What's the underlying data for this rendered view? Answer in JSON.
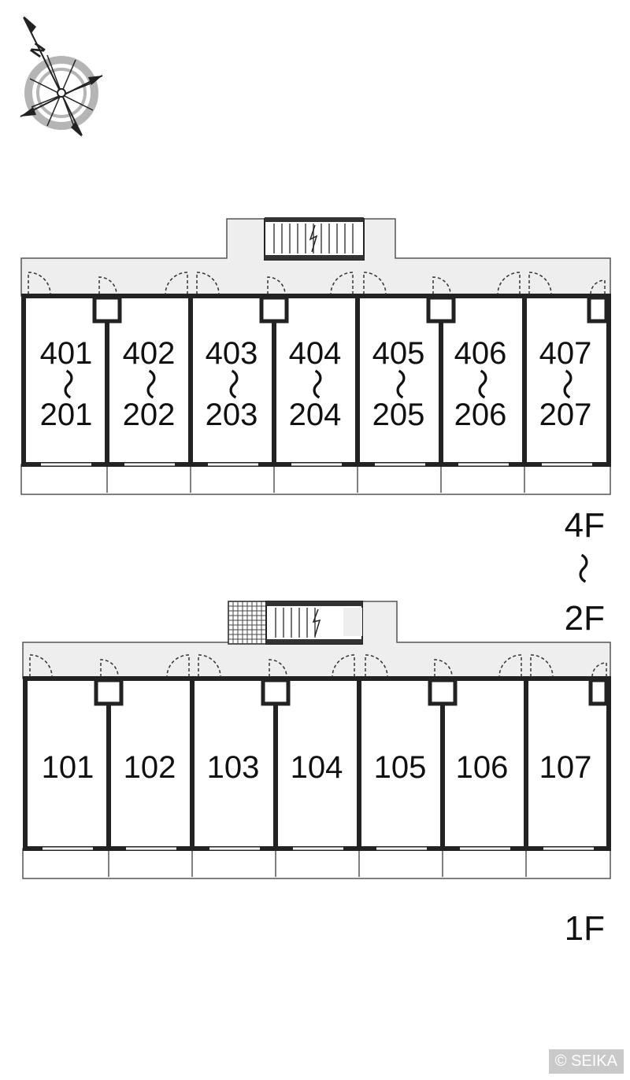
{
  "compass": {
    "icon": "north-arrow-compass-icon",
    "north_letter": "N"
  },
  "upper_block": {
    "units": [
      {
        "top": "401",
        "bottom": "201"
      },
      {
        "top": "402",
        "bottom": "202"
      },
      {
        "top": "403",
        "bottom": "203"
      },
      {
        "top": "404",
        "bottom": "204"
      },
      {
        "top": "405",
        "bottom": "205"
      },
      {
        "top": "406",
        "bottom": "206"
      },
      {
        "top": "407",
        "bottom": "207"
      }
    ],
    "range_separator": "〜",
    "floor_top": "4F",
    "floor_bottom": "2F"
  },
  "lower_block": {
    "units": [
      "101",
      "102",
      "103",
      "104",
      "105",
      "106",
      "107"
    ],
    "floor": "1F"
  },
  "copyright": "© SEIKA",
  "colors": {
    "wall": "#222222",
    "corridor": "#eeeeee",
    "line": "#333333",
    "badge": "#c9c9c9"
  }
}
